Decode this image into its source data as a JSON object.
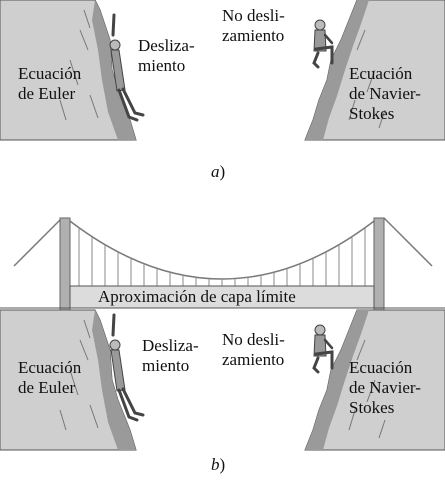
{
  "panel_a": {
    "left_label": [
      "Ecuación",
      "de Euler"
    ],
    "slip_label": [
      "Desliza-",
      "miento"
    ],
    "noslip_label": [
      "No desli-",
      "zamiento"
    ],
    "right_label": [
      "Ecuación",
      "de Navier-",
      "Stokes"
    ],
    "caption_letter": "a",
    "caption_paren": ")"
  },
  "panel_b": {
    "left_label": [
      "Ecuación",
      "de Euler"
    ],
    "slip_label": [
      "Desliza-",
      "miento"
    ],
    "noslip_label": [
      "No desli-",
      "zamiento"
    ],
    "right_label": [
      "Ecuación",
      "de Navier-",
      "Stokes"
    ],
    "bridge_label": "Aproximación de capa límite",
    "caption_letter": "b",
    "caption_paren": ")"
  },
  "colors": {
    "cliff": "#c9c9c9",
    "cliff_shadow": "#8f8f8f",
    "bridge": "#7a7a7a",
    "banner_fill": "#dcdcdc"
  }
}
